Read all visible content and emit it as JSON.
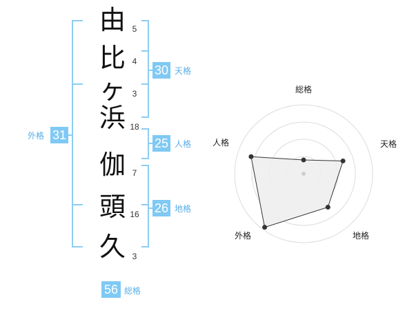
{
  "name_chars": [
    {
      "char": "由",
      "strokes": "5"
    },
    {
      "char": "比",
      "strokes": "4"
    },
    {
      "char": "ヶ",
      "strokes": "3"
    },
    {
      "char": "浜",
      "strokes": "18"
    },
    {
      "char": "伽",
      "strokes": "7"
    },
    {
      "char": "頭",
      "strokes": "16"
    },
    {
      "char": "久",
      "strokes": "3"
    }
  ],
  "kaku": {
    "tenkaku": {
      "value": "30",
      "label": "天格"
    },
    "jinkaku": {
      "value": "25",
      "label": "人格"
    },
    "chikaku": {
      "value": "26",
      "label": "地格"
    },
    "gaikaku": {
      "value": "31",
      "label": "外格"
    },
    "soukaku": {
      "value": "56",
      "label": "総格"
    }
  },
  "colors": {
    "accent": "#7fc9f4",
    "bracket": "#8ccdf2",
    "accent_text": "#5aaee6"
  },
  "chart_data": {
    "type": "radar",
    "axes": [
      "総格",
      "天格",
      "地格",
      "外格",
      "人格"
    ],
    "values": [
      0.2,
      0.6,
      0.6,
      0.96,
      0.8
    ],
    "range": [
      0,
      1
    ],
    "rings": 4
  }
}
